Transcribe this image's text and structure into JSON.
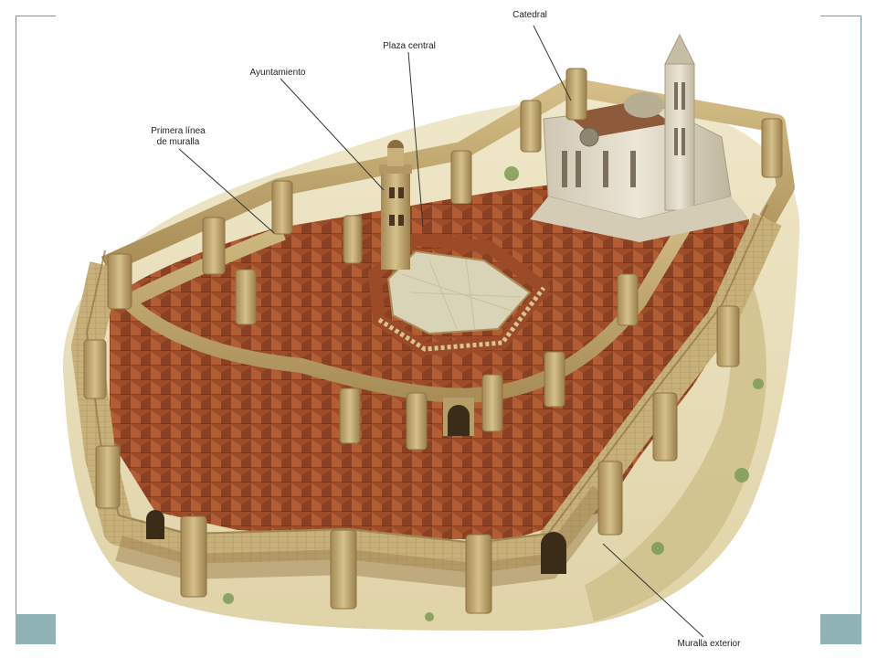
{
  "labels": {
    "catedral": "Catedral",
    "plaza_central": "Plaza central",
    "ayuntamiento": "Ayuntamiento",
    "primera_linea": "Primera línea\nde muralla",
    "muralla_exterior": "Muralla exterior"
  },
  "illustration": {
    "subject": "walled-medieval-town",
    "colors": {
      "wall": "#c9b27a",
      "wall_shadow": "#9a7f4c",
      "roof": "#a4532d",
      "roof_dark": "#7a3a1e",
      "plaza": "#d8d2b6",
      "cathedral": "#e2dccb",
      "ground": "#e8dfc0",
      "grass": "#7d9b55",
      "frame": "#6f9ca0",
      "corner_box": "#8fb3b4"
    }
  }
}
